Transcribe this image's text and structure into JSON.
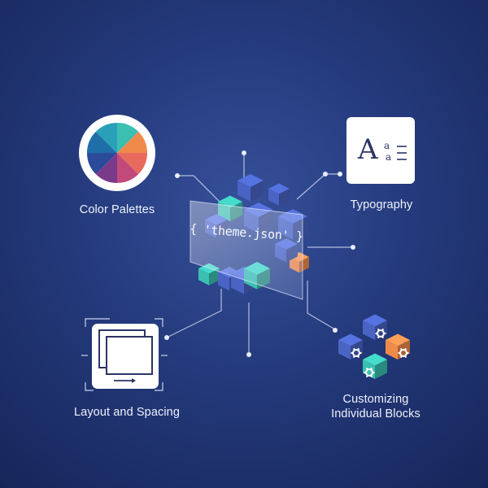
{
  "diagram": {
    "center": {
      "code_text": "{ 'theme.json' }"
    },
    "features": {
      "color_palettes": {
        "label": "Color Palettes",
        "icon": "color-wheel-icon"
      },
      "typography": {
        "label": "Typography",
        "icon": "typography-icon"
      },
      "layout_spacing": {
        "label": "Layout and Spacing",
        "icon": "layout-icon"
      },
      "custom_blocks": {
        "label": "Customizing\nIndividual Blocks",
        "icon": "blocks-gear-icon"
      }
    },
    "colors": {
      "background": "#243a7c",
      "cube_blue": "#4a64c4",
      "cube_teal": "#3bbfb0",
      "cube_orange": "#f08a4b",
      "connector": "#c9d2ee"
    },
    "color_wheel": [
      "#3bbfb0",
      "#f08a4b",
      "#e86a5e",
      "#c24a7a",
      "#7a3a8a",
      "#2b4a9a",
      "#1e6fa8",
      "#2aa0b8"
    ]
  }
}
